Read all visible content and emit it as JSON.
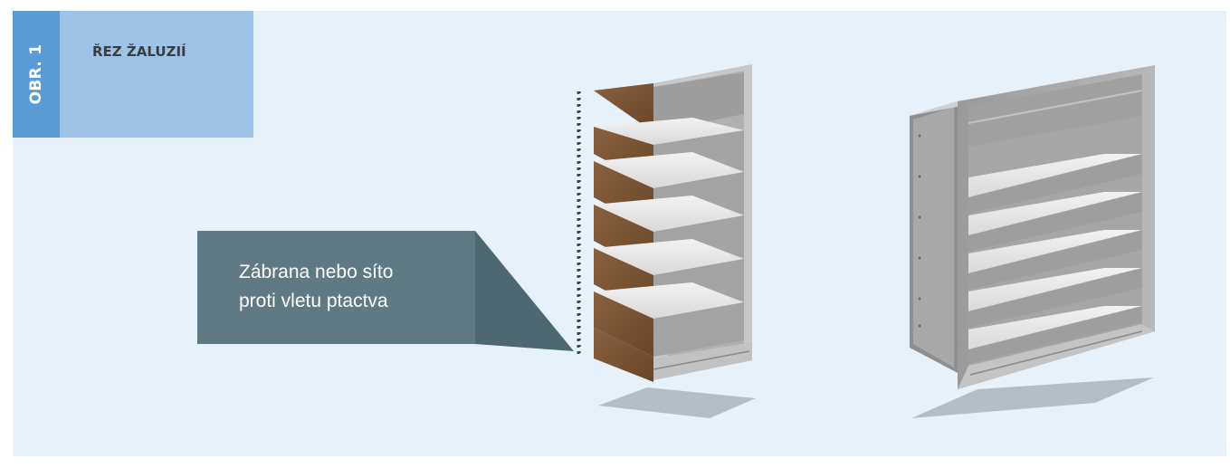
{
  "figure_tag": "OBR. 1",
  "figure_title": "ŘEZ ŽALUZIÍ",
  "callout": {
    "line1": "Zábrana nebo síto",
    "line2": "proti vletu ptactva"
  },
  "colors": {
    "background": "#e7f1f9",
    "tag_dark": "#5b9bd5",
    "tag_light": "#9dc3e6",
    "callout": "#5f7a82",
    "callout_pointer": "#4d6871",
    "wood_section": "#7b5534",
    "metal": "#a6a6a6",
    "blade": "#e6e6e6"
  },
  "icons": [
    "cut-louver-illustration",
    "louver-illustration",
    "mesh-screen-icon"
  ]
}
